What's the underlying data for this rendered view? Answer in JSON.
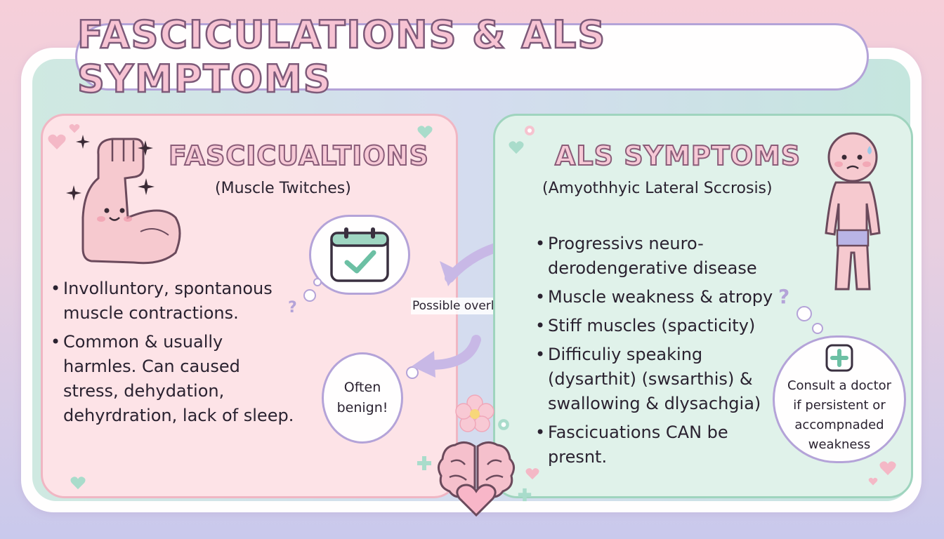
{
  "title": "FASCICULATIONS & ALS SYMPTOMS",
  "left_panel": {
    "heading": "FASCICUALTIONS",
    "subheading": "(Muscle Twitches)",
    "bullets": [
      "Involluntory, spontanous muscle contractions.",
      "Common & usually harmles. Can caused stress, dehydation, dehyrdration, lack of sleep."
    ]
  },
  "right_panel": {
    "heading": "ALS SYMPTOMS",
    "subheading": "(Amyothhyic Lateral Sccrosis)",
    "bullets": [
      "Progressivs neuro- derodengerative disease",
      "Muscle weakness & atropy",
      "Stiff muscles (spacticity)",
      "Difficuliy speaking (dysarthit) (swsarthis) & swallowing & dlysachgia)",
      "Fascicuations CAN be presnt."
    ]
  },
  "overlap_label": "Possible overlap, but...",
  "benign_bubble": "Often benign!",
  "doctor_bubble": "Consult a doctor if persistent or accompnaded weakness",
  "icons": [
    "flexed-arm-icon",
    "calendar-check-icon",
    "brain-heart-icon",
    "person-icon",
    "medical-cross-icon",
    "sparkle-icon",
    "heart-icon",
    "question-mark-icon",
    "flower-icon",
    "double-arrow-icon",
    "curved-arrow-icon"
  ],
  "colors": {
    "left_panel_bg": "#fde3e7",
    "right_panel_bg": "#e0f2ea",
    "title_fill": "#f7c3d3",
    "outline_purple": "#b4a3d8"
  }
}
